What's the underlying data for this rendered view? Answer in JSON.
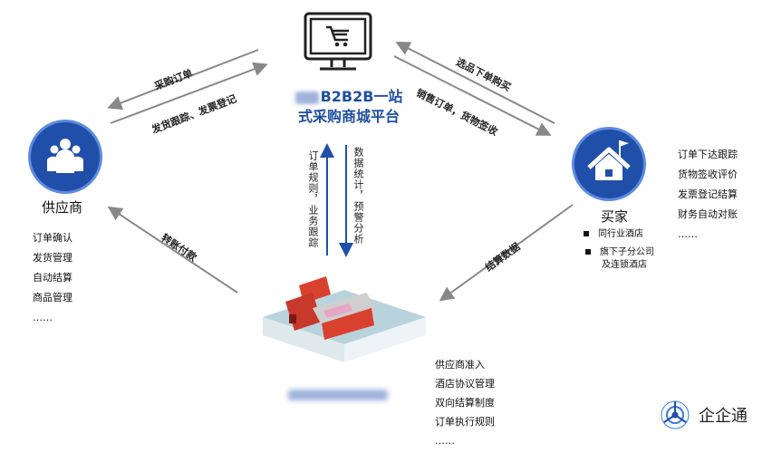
{
  "platform": {
    "title_line1": "B2B2B一站",
    "title_line2": "式采购商城平台",
    "icon": "monitor-cart-icon"
  },
  "supplier": {
    "label": "供应商",
    "icon": "people-group-icon",
    "items": [
      "订单确认",
      "发货管理",
      "自动结算",
      "商品管理",
      "……"
    ]
  },
  "buyer": {
    "label": "买家",
    "icon": "house-flag-icon",
    "types": [
      "同行业酒店",
      "旗下子分公司",
      "及连锁酒店"
    ],
    "items": [
      "订单下达跟踪",
      "货物签收评价",
      "发票登记结算",
      "财务自动对账",
      "……"
    ]
  },
  "operator": {
    "icon": "factory-building-icon",
    "items": [
      "供应商准入",
      "酒店协议管理",
      "双向结算制度",
      "订单执行规则",
      "……"
    ]
  },
  "edges": {
    "purchase_order": "采购订单",
    "ship_invoice": "发货跟踪、发票登记",
    "select_buy": "选品下单购买",
    "sales_receipt": "销售订单，货物签收",
    "transfer_pay": "转账付款",
    "settle_data": "结算数据",
    "order_rules": "订单规则，业务跟踪",
    "data_stats": "数据统计，预警分析"
  },
  "brand": {
    "name": "企企通",
    "icon": "qiqitong-logo-icon",
    "accent": "#1f4fa8"
  }
}
